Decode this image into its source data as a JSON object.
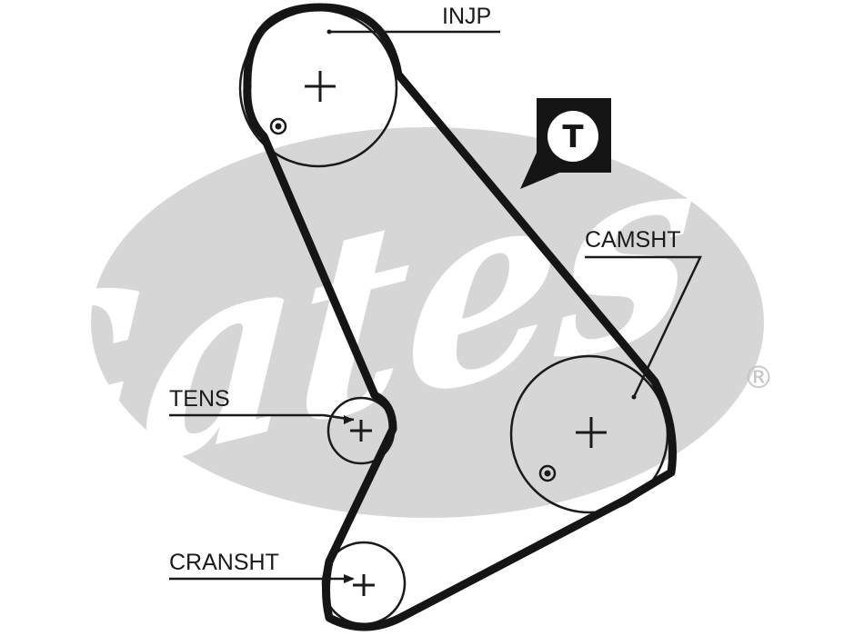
{
  "brand": {
    "logo_text": "Gates",
    "registered_mark": "®",
    "logo_color": "#d6d6d6"
  },
  "marker": {
    "letter": "T"
  },
  "labels": {
    "injp": "INJP",
    "camsht": "CAMSHT",
    "tens": "TENS",
    "cransht": "CRANSHT"
  },
  "colors": {
    "ink": "#151515",
    "background": "#ffffff"
  }
}
